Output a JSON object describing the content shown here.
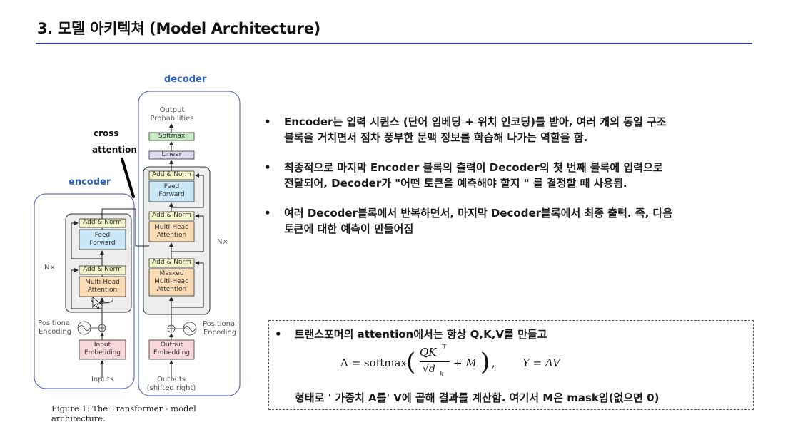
{
  "slide": {
    "title": "3. 모델 아키텍쳐 (Model Architecture)"
  },
  "diagram": {
    "decoder_title": "decoder",
    "encoder_title": "encoder",
    "cross_attention_note": [
      "cross",
      "attention"
    ],
    "decoder": {
      "output_probabilities": [
        "Output",
        "Probabilities"
      ],
      "softmax": "Softmax",
      "linear": "Linear",
      "add_norm": "Add & Norm",
      "feed_forward": [
        "Feed",
        "Forward"
      ],
      "multi_head_attention": [
        "Multi-Head",
        "Attention"
      ],
      "masked_multi_head_attention": [
        "Masked",
        "Multi-Head",
        "Attention"
      ],
      "nx": "N×",
      "positional_encoding": [
        "Positional",
        "Encoding"
      ],
      "output_embedding": [
        "Output",
        "Embedding"
      ],
      "outputs": [
        "Outputs",
        "(shifted right)"
      ]
    },
    "encoder": {
      "add_norm": "Add & Norm",
      "feed_forward": [
        "Feed",
        "Forward"
      ],
      "multi_head_attention": [
        "Multi-Head",
        "Attention"
      ],
      "nx": "N×",
      "positional_encoding": [
        "Positional",
        "Encoding"
      ],
      "input_embedding": [
        "Input",
        "Embedding"
      ],
      "inputs": "Inputs"
    },
    "caption": "Figure 1: The Transformer - model architecture.",
    "colors": {
      "container_border": "#5b73b8",
      "add_norm": "#f1f5c8",
      "feed_forward": "#c9e7f7",
      "attention": "#fbdcb4",
      "embedding": "#f9d6d9",
      "softmax": "#c7eac4",
      "linear": "#dddcf0",
      "stack_fill": "#eeeeee"
    }
  },
  "bullets": [
    {
      "lines": [
        "Encoder는 입력 시퀀스 (단어 임베딩 + 위치 인코딩)를 받아, 여러 개의 동일 구조",
        "블록을 거치면서 점차 풍부한 문맥 정보를 학습해 나가는 역할을 함."
      ]
    },
    {
      "lines": [
        "최종적으로 마지막 Encoder 블록의 출력이 Decoder의 첫 번째 블록에 입력으로",
        "전달되어, Decoder가 \"어떤 토큰을 예측해야 할지 \" 를 결정할 때 사용됨."
      ]
    },
    {
      "lines": [
        "여러 Decoder블록에서 반복하면서, 마지막 Decoder블록에서 최종 출력.  즉, 다음",
        "토큰에 대한 예측이 만들어짐"
      ]
    }
  ],
  "formula_box": {
    "intro": "트랜스포머의 attention에서는 항상 Q,K,V를 만들고",
    "math": {
      "lhs": "A = softmax",
      "numerator": "QK",
      "numerator_sup": "⊤",
      "denominator": "√d",
      "denominator_sub": "k",
      "plus_m": "+ M",
      "comma": ",",
      "rhs": "Y = AV"
    },
    "conclusion": "형태로  ' 가중치 A를' V에 곱해 결과를 계산함. 여기서 M은 mask임(없으면 0)"
  }
}
